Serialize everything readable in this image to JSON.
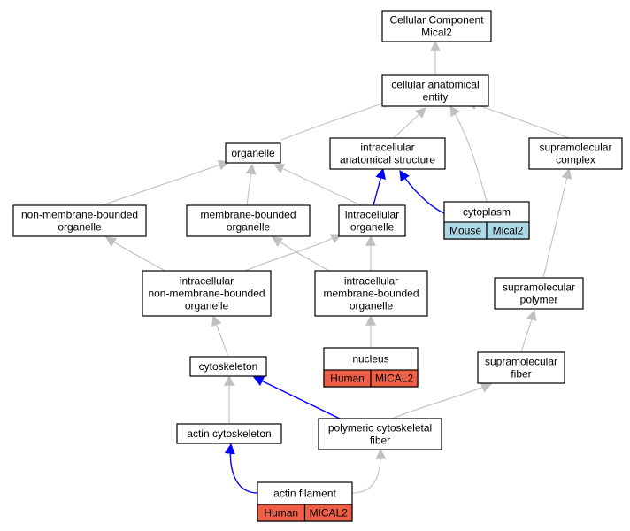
{
  "colors": {
    "edge_default": "#c0c0c0",
    "edge_highlight": "#0000ff",
    "node_border": "#000000",
    "node_fill": "#ffffff",
    "cell_mouse": "#add8e6",
    "cell_human": "#f05f45"
  },
  "nodes": [
    {
      "id": "cellular_component",
      "lines": [
        "Cellular Component",
        "Mical2"
      ]
    },
    {
      "id": "cellular_anatomical_entity",
      "lines": [
        "cellular anatomical",
        "entity"
      ]
    },
    {
      "id": "organelle",
      "lines": [
        "organelle"
      ]
    },
    {
      "id": "intracellular_anatomical_structure",
      "lines": [
        "intracellular",
        "anatomical structure"
      ]
    },
    {
      "id": "supramolecular_complex",
      "lines": [
        "supramolecular",
        "complex"
      ]
    },
    {
      "id": "non_membrane_bounded_organelle",
      "lines": [
        "non-membrane-bounded",
        "organelle"
      ]
    },
    {
      "id": "membrane_bounded_organelle",
      "lines": [
        "membrane-bounded",
        "organelle"
      ]
    },
    {
      "id": "intracellular_organelle",
      "lines": [
        "intracellular",
        "organelle"
      ]
    },
    {
      "id": "cytoplasm",
      "lines": [
        "cytoplasm"
      ],
      "cells": [
        {
          "label": "Mouse",
          "color": "#add8e6"
        },
        {
          "label": "Mical2",
          "color": "#add8e6"
        }
      ]
    },
    {
      "id": "intracellular_nmb_organelle",
      "lines": [
        "intracellular",
        "non-membrane-bounded",
        "organelle"
      ]
    },
    {
      "id": "intracellular_mb_organelle",
      "lines": [
        "intracellular",
        "membrane-bounded",
        "organelle"
      ]
    },
    {
      "id": "supramolecular_polymer",
      "lines": [
        "supramolecular",
        "polymer"
      ]
    },
    {
      "id": "nucleus",
      "lines": [
        "nucleus"
      ],
      "cells": [
        {
          "label": "Human",
          "color": "#f05f45"
        },
        {
          "label": "MICAL2",
          "color": "#f05f45"
        }
      ]
    },
    {
      "id": "cytoskeleton",
      "lines": [
        "cytoskeleton"
      ]
    },
    {
      "id": "supramolecular_fiber",
      "lines": [
        "supramolecular",
        "fiber"
      ]
    },
    {
      "id": "actin_cytoskeleton",
      "lines": [
        "actin cytoskeleton"
      ]
    },
    {
      "id": "polymeric_cytoskeletal_fiber",
      "lines": [
        "polymeric cytoskeletal",
        "fiber"
      ]
    },
    {
      "id": "actin_filament",
      "lines": [
        "actin filament"
      ],
      "cells": [
        {
          "label": "Human",
          "color": "#f05f45"
        },
        {
          "label": "MICAL2",
          "color": "#f05f45"
        }
      ]
    }
  ],
  "edges": [
    {
      "from": "cellular_anatomical_entity",
      "to": "cellular_component",
      "highlight": false
    },
    {
      "from": "organelle",
      "to": "cellular_anatomical_entity",
      "highlight": false
    },
    {
      "from": "intracellular_anatomical_structure",
      "to": "cellular_anatomical_entity",
      "highlight": false
    },
    {
      "from": "supramolecular_complex",
      "to": "cellular_anatomical_entity",
      "highlight": false
    },
    {
      "from": "cytoplasm",
      "to": "cellular_anatomical_entity",
      "highlight": false
    },
    {
      "from": "non_membrane_bounded_organelle",
      "to": "organelle",
      "highlight": false
    },
    {
      "from": "membrane_bounded_organelle",
      "to": "organelle",
      "highlight": false
    },
    {
      "from": "intracellular_organelle",
      "to": "organelle",
      "highlight": false
    },
    {
      "from": "intracellular_organelle",
      "to": "intracellular_anatomical_structure",
      "highlight": true
    },
    {
      "from": "cytoplasm",
      "to": "intracellular_anatomical_structure",
      "highlight": true
    },
    {
      "from": "intracellular_nmb_organelle",
      "to": "non_membrane_bounded_organelle",
      "highlight": false
    },
    {
      "from": "intracellular_nmb_organelle",
      "to": "intracellular_organelle",
      "highlight": false
    },
    {
      "from": "intracellular_mb_organelle",
      "to": "membrane_bounded_organelle",
      "highlight": false
    },
    {
      "from": "intracellular_mb_organelle",
      "to": "intracellular_organelle",
      "highlight": false
    },
    {
      "from": "nucleus",
      "to": "intracellular_mb_organelle",
      "highlight": false
    },
    {
      "from": "cytoskeleton",
      "to": "intracellular_nmb_organelle",
      "highlight": false
    },
    {
      "from": "actin_cytoskeleton",
      "to": "cytoskeleton",
      "highlight": false
    },
    {
      "from": "polymeric_cytoskeletal_fiber",
      "to": "cytoskeleton",
      "highlight": true
    },
    {
      "from": "polymeric_cytoskeletal_fiber",
      "to": "supramolecular_fiber",
      "highlight": false
    },
    {
      "from": "supramolecular_fiber",
      "to": "supramolecular_polymer",
      "highlight": false
    },
    {
      "from": "supramolecular_polymer",
      "to": "supramolecular_complex",
      "highlight": false
    },
    {
      "from": "actin_filament",
      "to": "actin_cytoskeleton",
      "highlight": true
    },
    {
      "from": "actin_filament",
      "to": "polymeric_cytoskeletal_fiber",
      "highlight": false
    }
  ]
}
